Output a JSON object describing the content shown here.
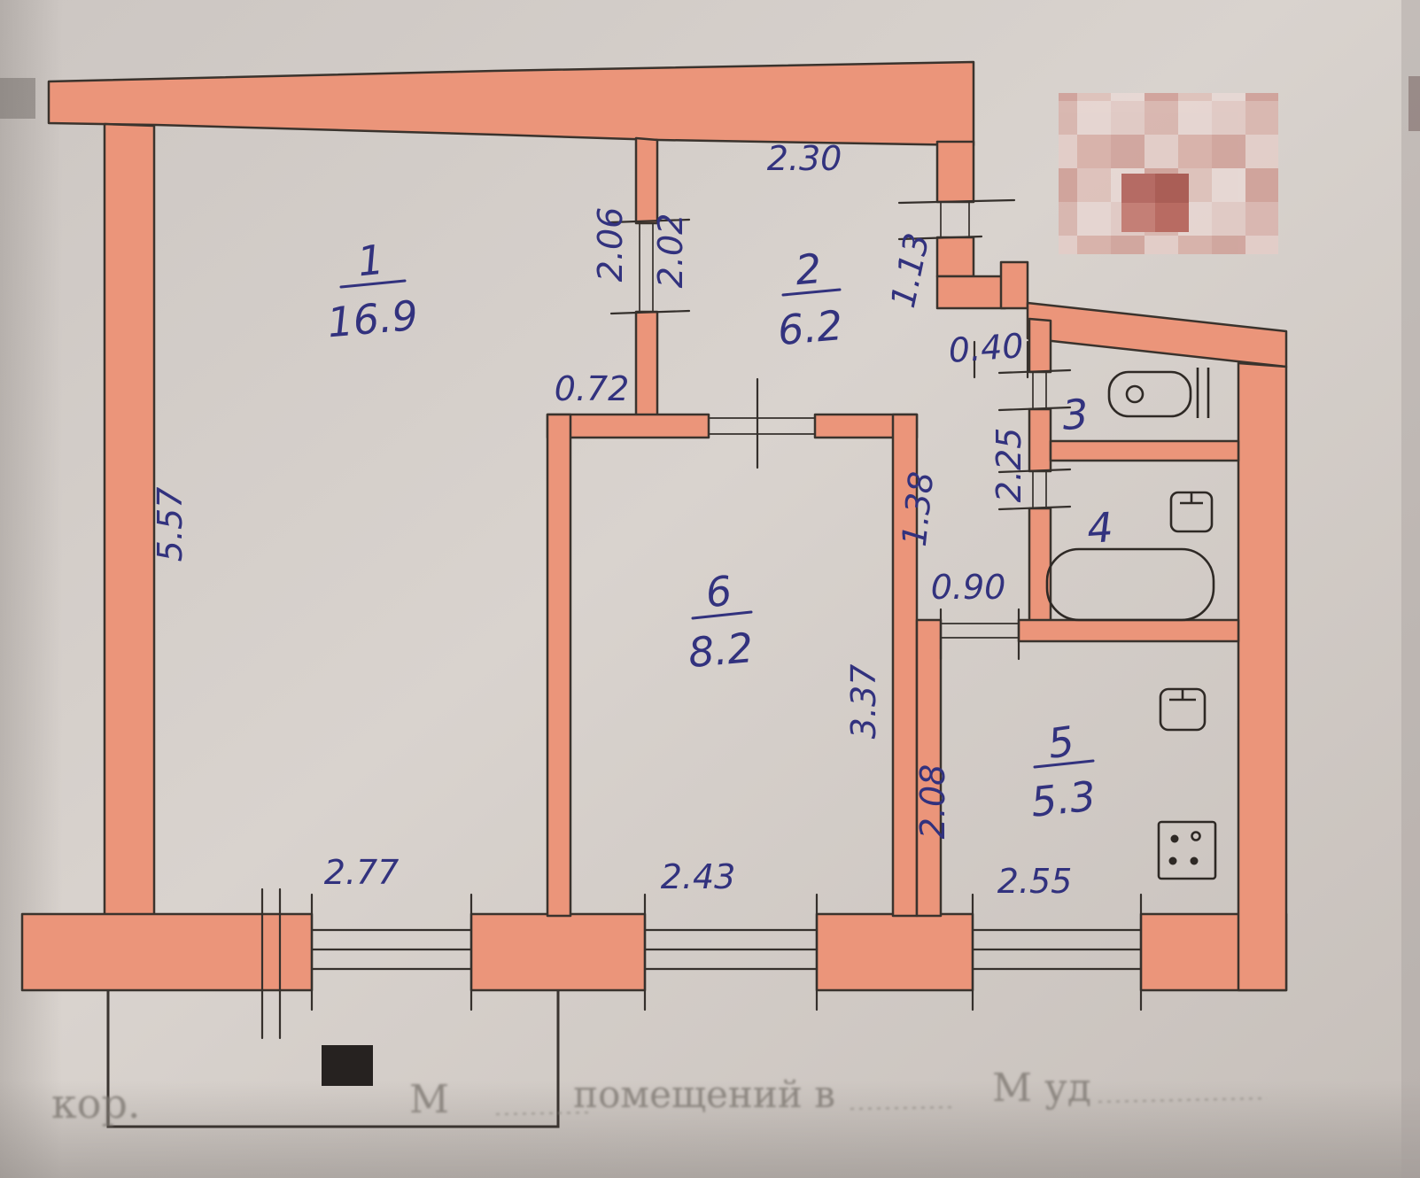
{
  "colors": {
    "wall_fill": "#eb957a",
    "ink_blue": "#32327e",
    "pencil_line": "#35302c",
    "paper": "#d3cdc8"
  },
  "rooms": [
    {
      "number": "1",
      "area": "16.9"
    },
    {
      "number": "2",
      "area": "6.2"
    },
    {
      "number": "3"
    },
    {
      "number": "4"
    },
    {
      "number": "5",
      "area": "5.3"
    },
    {
      "number": "6",
      "area": "8.2"
    }
  ],
  "dims": {
    "wall_left": "5.57",
    "room2_top": "2.30",
    "hall_door_left": "2.06",
    "hall_door_right": "2.02",
    "entry_side": "1.13",
    "nook": "0.40",
    "san_wall": "2.25",
    "stub": "0.72",
    "hall_width": "1.38",
    "pass_opening": "0.90",
    "room6_side": "3.37",
    "kitchen_side": "2.08",
    "window1": "2.77",
    "window2": "2.43",
    "window3": "2.55"
  },
  "fixtures": {
    "room3_icon": "sink-with-tap-icon",
    "room4_small_icon": "water-heater-icon",
    "room4_icon": "bathtub-icon",
    "room5_small_icon": "toilet-icon",
    "room5_corner_icon": "stove-4-burner-icon"
  },
  "watermark": {
    "left": "кор.",
    "m1": "М",
    "center": "помещений в",
    "m2": "М уд"
  }
}
